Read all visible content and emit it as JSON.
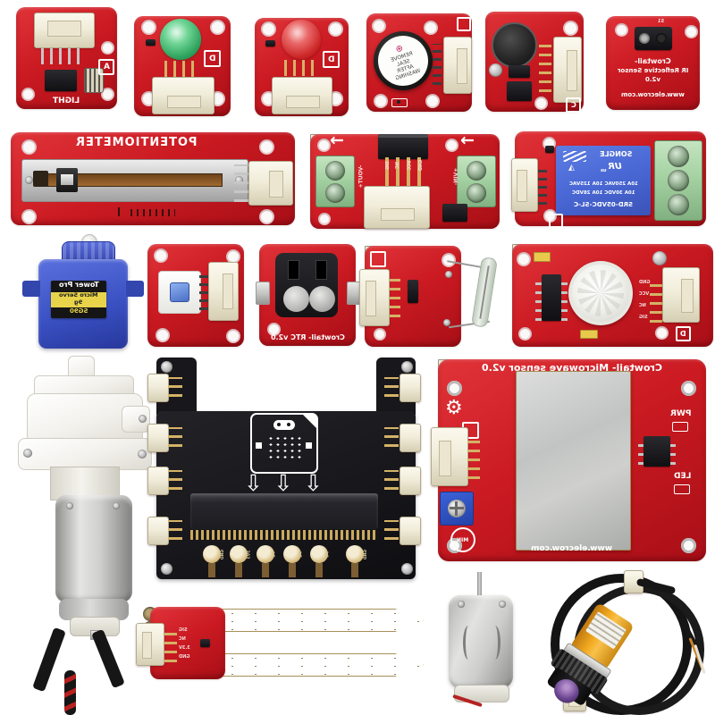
{
  "colors": {
    "pcb_red": "#cb1a22",
    "pcb_red_light": "#e03439",
    "pcb_red_dark": "#a90f17",
    "board_black": "#18181c",
    "connector_ivory": "#f1edda",
    "gold": "#d4b267",
    "terminal_green": "#a5d2a3",
    "relay_blue": "#4a68d5",
    "servo_blue": "#3b52c4",
    "metal_silver": "#c7c9c8",
    "sensor_orange": "#f2a91f",
    "background": "#ffffff"
  },
  "modules": {
    "light_sensor": {
      "label": "LIGHT",
      "badge": "A"
    },
    "green_led": {
      "badge": "D"
    },
    "red_led": {
      "badge": "D"
    },
    "buzzer": {
      "sticker_symbol": "⊕",
      "sticker_line1": "REMOVE",
      "sticker_line2": "SEAL",
      "sticker_line3": "AFTER",
      "sticker_line4": "WASHING"
    },
    "sound_sensor": {
      "badge": "C"
    },
    "ir_reflective": {
      "line1": "Crowtail-",
      "line2": "IR Reflective Sensor",
      "line3": "v2.0",
      "website": "www.elecrow.com",
      "ref": "S1"
    },
    "potentiometer": {
      "label": "POTENTIOMETER"
    },
    "mosfet": {
      "vout": "-VOUT+",
      "vin": "+VIN-",
      "pin1": "SIG",
      "pin2": "NC",
      "pin3": "VCC",
      "pin4": "GND"
    },
    "relay": {
      "brand": "SONGLE",
      "ul": "UR",
      "ul_sub": "us",
      "rating1": "10A 250VAC 10A 125VAC",
      "rating2": "10A 30VDC 10A 28VDC",
      "part": "SRD-05VDC-SL-C"
    },
    "servo": {
      "brand": "Tower Pro",
      "model": "Micro Servo",
      "weight": "9g",
      "part": "SG90"
    },
    "rtc": {
      "label": "Crowtail- RTC v2.0"
    },
    "pir": {
      "pin1": "GND",
      "pin2": "VCC",
      "pin3": "NC",
      "pin4": "SIG",
      "badge": "D"
    },
    "microbit_breakout": {
      "arrow": "⇩",
      "pad1": "GND",
      "pad2": "3V3",
      "pad3": "P2",
      "pad4": "P1",
      "pad5": "P0",
      "pad6": "GND"
    },
    "microwave": {
      "title": "Crowtail- Microwave sensor v2.0",
      "pwr": "PWR",
      "led": "LED",
      "website": "www.elecrow.com",
      "logo": "MIN",
      "gear_icon": "⚙"
    },
    "soil_moisture": {
      "pin1": "SIG",
      "pin2": "NC",
      "pin3": "3.3V",
      "pin4": "GND"
    }
  }
}
